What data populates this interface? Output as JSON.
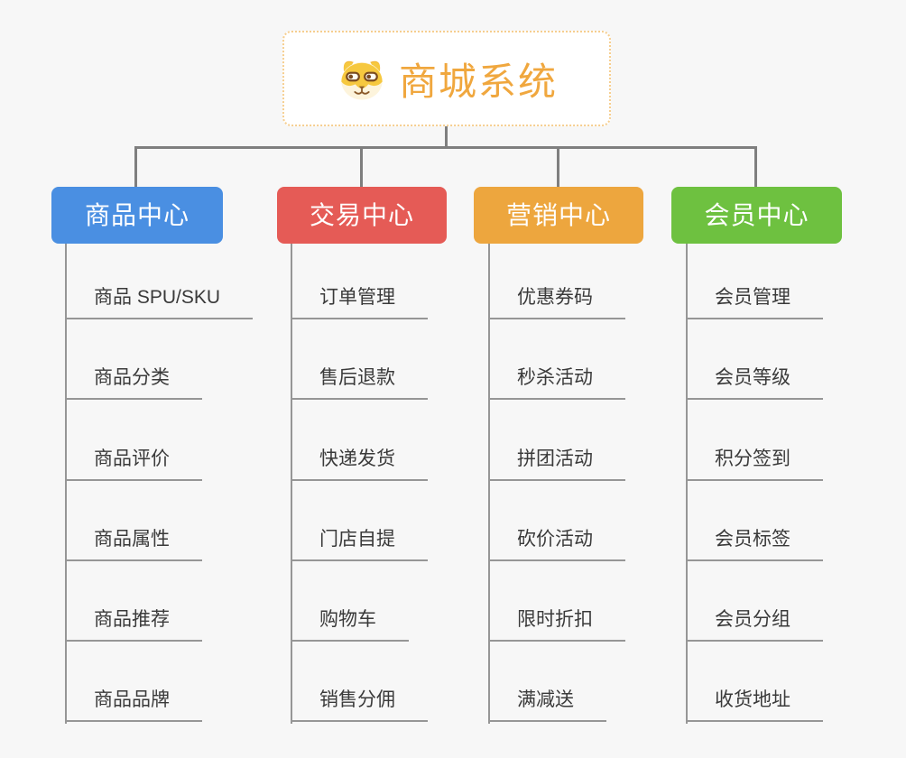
{
  "page": {
    "background_color": "#f7f7f7",
    "connector_color": "#7f7f7f",
    "child_line_color": "#969696"
  },
  "root": {
    "title": "商城系统",
    "icon": "dog-face-icon",
    "text_color": "#f0a73e",
    "border_color": "#f6ce8f"
  },
  "branches": [
    {
      "label": "商品中心",
      "color": "#4a8fe2",
      "children": [
        "商品 SPU/SKU",
        "商品分类",
        "商品评价",
        "商品属性",
        "商品推荐",
        "商品品牌"
      ]
    },
    {
      "label": "交易中心",
      "color": "#e55b56",
      "children": [
        "订单管理",
        "售后退款",
        "快递发货",
        "门店自提",
        "购物车",
        "销售分佣"
      ]
    },
    {
      "label": "营销中心",
      "color": "#eda63e",
      "children": [
        "优惠券码",
        "秒杀活动",
        "拼团活动",
        "砍价活动",
        "限时折扣",
        "满减送"
      ]
    },
    {
      "label": "会员中心",
      "color": "#6ec140",
      "children": [
        "会员管理",
        "会员等级",
        "积分签到",
        "会员标签",
        "会员分组",
        "收货地址"
      ]
    }
  ]
}
